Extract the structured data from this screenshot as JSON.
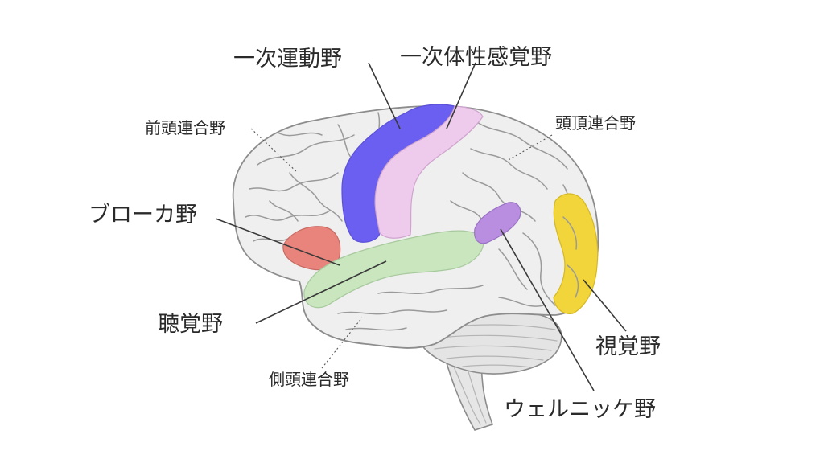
{
  "labels": {
    "primary_motor": "一次運動野",
    "primary_somatosensory": "一次体性感覚野",
    "prefrontal": "前頭連合野",
    "parietal": "頭頂連合野",
    "broca": "ブローカ野",
    "auditory": "聴覚野",
    "visual": "視覚野",
    "temporal": "側頭連合野",
    "wernicke": "ウェルニッケ野"
  },
  "colors": {
    "primary_motor": "#6a5ff0",
    "primary_somatosensory": "#eecbed",
    "broca": "#e8847c",
    "auditory": "#c9e6bf",
    "visual": "#f2d53a",
    "wernicke": "#b98ee0",
    "brain_fill": "#efefef",
    "outline": "#8c8c8c"
  }
}
